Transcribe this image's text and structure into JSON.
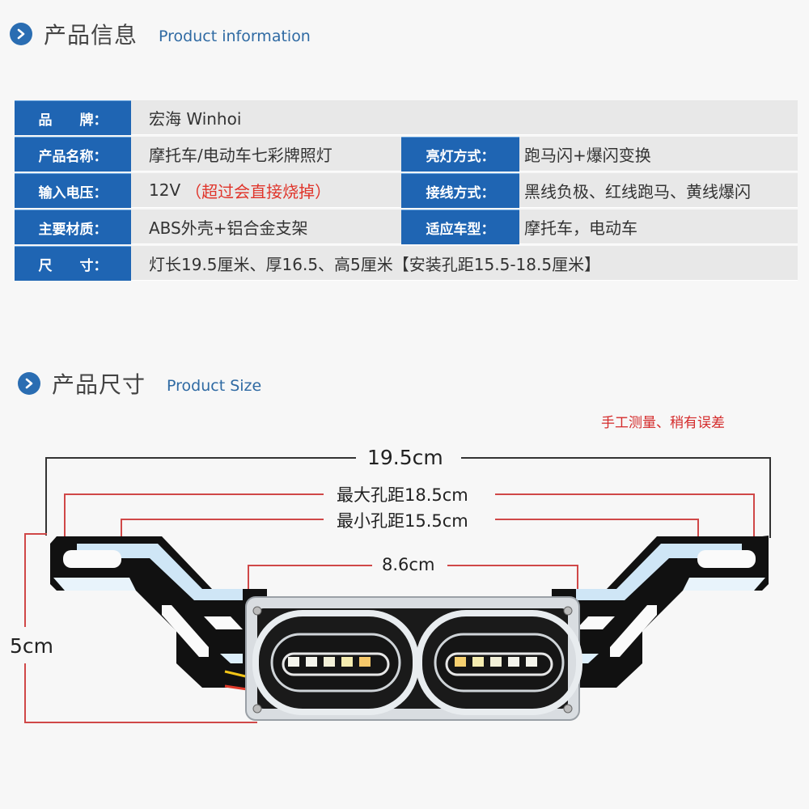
{
  "section_info": {
    "title_cn": "产品信息",
    "title_en": "Product information",
    "icon": "chevron-right-circle-icon"
  },
  "spec_table": {
    "rows": [
      {
        "label": "品　　牌：",
        "value": "宏海  Winhoi"
      },
      {
        "label": "产品名称：",
        "value": "摩托车/电动车七彩牌照灯",
        "label2": "亮灯方式：",
        "value2": "跑马闪+爆闪变换"
      },
      {
        "label": "输入电压：",
        "value": "12V",
        "value_warning": "（超过会直接烧掉）",
        "label2": "接线方式：",
        "value2": "黑线负极、红线跑马、黄线爆闪"
      },
      {
        "label": "主要材质：",
        "value": "ABS外壳+铝合金支架",
        "label2": "适应车型：",
        "value2": "摩托车，电动车"
      },
      {
        "label": "尺　　寸：",
        "value": "灯长19.5厘米、厚16.5、高5厘米【安装孔距15.5-18.5厘米】"
      }
    ]
  },
  "section_size": {
    "title_cn": "产品尺寸",
    "title_en": "Product Size",
    "icon": "chevron-right-circle-icon"
  },
  "size_note": "手工测量、稍有误差",
  "dimensions": {
    "total_length": "19.5cm",
    "max_hole_distance": "最大孔距18.5cm",
    "min_hole_distance": "最小孔距15.5cm",
    "light_width": "8.6cm",
    "height": "5cm"
  },
  "colors": {
    "label_bg": "#1f65b3",
    "value_bg": "#e8e8e8",
    "accent_blue": "#2a6db2",
    "warning_red": "#e0352b",
    "dim_line_red": "#d04848"
  }
}
